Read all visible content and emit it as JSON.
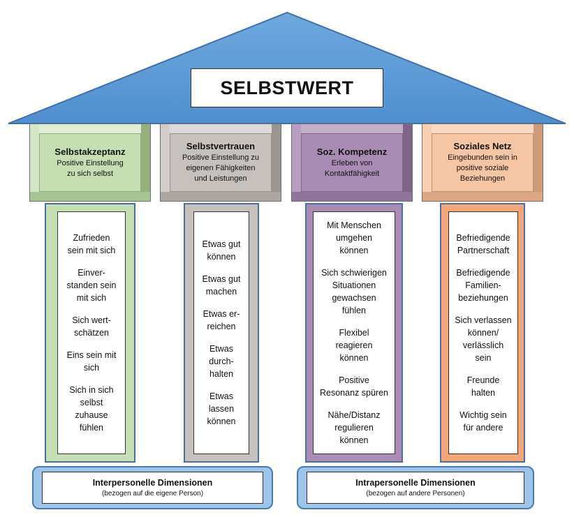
{
  "roof": {
    "title": "SELBSTWERT"
  },
  "colors": {
    "roof": "#5b9bd5",
    "green": "#c5dfb3",
    "gray": "#c7c1bd",
    "purple": "#a98bb4",
    "peach": "#f6c5a4",
    "base": "#9ec4ea"
  },
  "pillars": [
    {
      "title": "Selbstakzeptanz",
      "subtitle": "Positive Einstellung\nzu sich selbst",
      "items": [
        "Zufrieden\nsein mit sich",
        "Einver-\nstanden sein\nmit sich",
        "Sich wert-\nschätzen",
        "Eins sein mit\nsich",
        "Sich in sich\nselbst\nzuhause\nfühlen"
      ]
    },
    {
      "title": "Selbstvertrauen",
      "subtitle": "Positive Einstellung zu\neigenen Fähigkeiten\nund Leistungen",
      "items": [
        "Etwas gut\nkönnen",
        "Etwas gut\nmachen",
        "Etwas er-\nreichen",
        "Etwas\ndurch-\nhalten",
        "Etwas\nlassen\nkönnen"
      ]
    },
    {
      "title": "Soz. Kompetenz",
      "subtitle": "Erleben von\nKontaktfähigkeit",
      "items": [
        "Mit Menschen\numgehen\nkönnen",
        "Sich schwierigen\nSituationen\ngewachsen\nfühlen",
        "Flexibel\nreagieren\nkönnen",
        "Positive\nResonanz spüren",
        "Nähe/Distanz\nregulieren\nkönnen"
      ]
    },
    {
      "title": "Soziales Netz",
      "subtitle": "Eingebunden sein in\npositive soziale\nBeziehungen",
      "items": [
        "Befriedigende\nPartnerschaft",
        "Befriedigende\nFamilien-\nbeziehungen",
        "Sich verlassen\nkönnen/\nverlässlich\nsein",
        "Freunde\nhalten",
        "Wichtig sein\nfür andere"
      ]
    }
  ],
  "base": [
    {
      "title": "Interpersonelle Dimensionen",
      "subtitle": "(bezogen auf die eigene Person)"
    },
    {
      "title": "Intrapersonelle Dimensionen",
      "subtitle": "(bezogen auf andere Personen)"
    }
  ]
}
